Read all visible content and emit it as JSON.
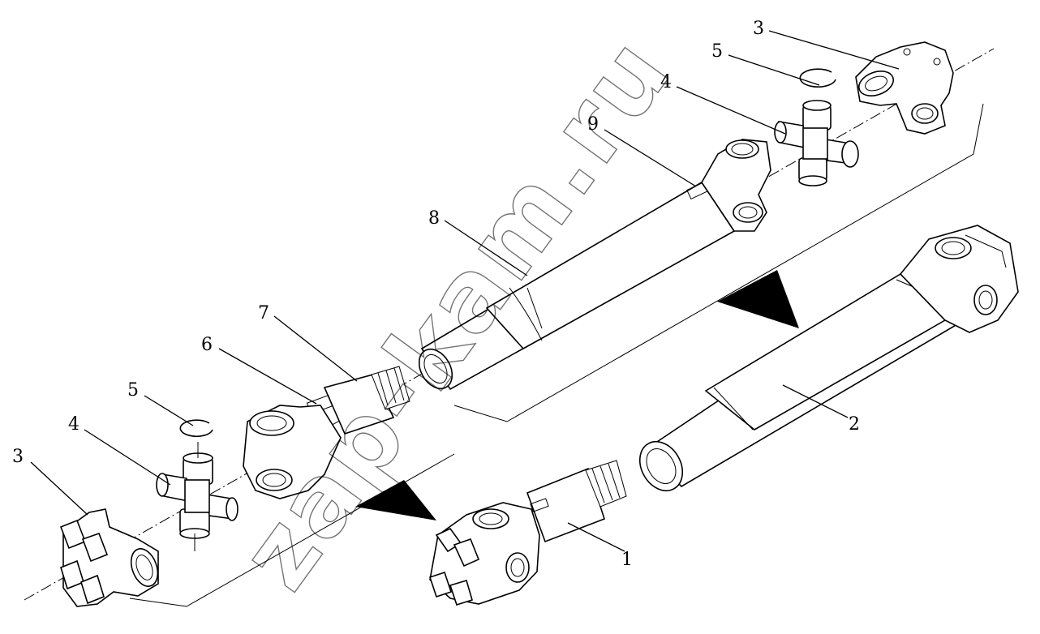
{
  "diagram": {
    "callouts": [
      {
        "id": "c1",
        "label": "1"
      },
      {
        "id": "c2",
        "label": "2"
      },
      {
        "id": "c3a",
        "label": "3"
      },
      {
        "id": "c3b",
        "label": "3"
      },
      {
        "id": "c4a",
        "label": "4"
      },
      {
        "id": "c4b",
        "label": "4"
      },
      {
        "id": "c5a",
        "label": "5"
      },
      {
        "id": "c5b",
        "label": "5"
      },
      {
        "id": "c6",
        "label": "6"
      },
      {
        "id": "c7",
        "label": "7"
      },
      {
        "id": "c8",
        "label": "8"
      },
      {
        "id": "c9",
        "label": "9"
      }
    ],
    "watermark": "zap-kam.ru"
  }
}
